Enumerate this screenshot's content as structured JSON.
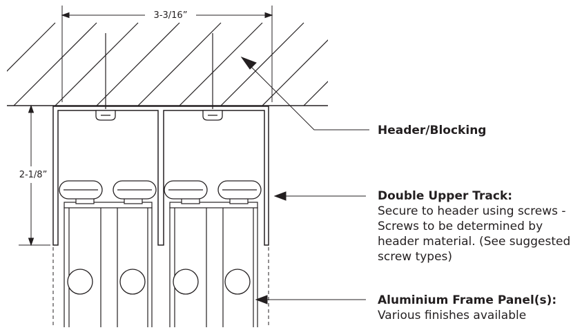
{
  "dimensions": {
    "width_label": "3-3/16”",
    "height_label": "2-1/8”"
  },
  "callouts": [
    {
      "title": "Header/Blocking",
      "lines": []
    },
    {
      "title": "Double Upper Track:",
      "lines": [
        "Secure to header using screws -",
        "Screws to be determined by",
        "header material. (See suggested",
        "screw types)"
      ]
    },
    {
      "title": "Aluminium Frame Panel(s):",
      "lines": [
        "Various finishes available"
      ]
    }
  ],
  "colors": {
    "ink": "#231f20",
    "background": "#ffffff"
  }
}
